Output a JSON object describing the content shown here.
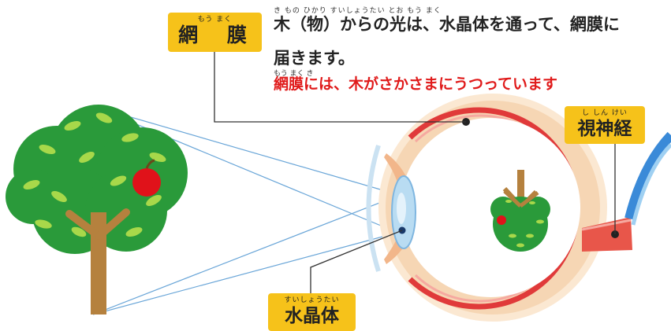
{
  "labels": {
    "retina": {
      "ruby": "もう  まく",
      "text": "網 膜"
    },
    "optic_nerve": {
      "ruby": "し  しん けい",
      "text": "視神経"
    },
    "lens": {
      "ruby": "すいしょうたい",
      "text": "水晶体"
    }
  },
  "caption": {
    "furigana": "き     もの                        ひかり          すいしょうたい          とお                     もう まく",
    "line1": "木（物）からの光は、水晶体を通って、網膜に",
    "line2": "届きます。",
    "furigana2": "もう  まく             き",
    "highlight": "網膜には、木がさかさまにうつっています"
  },
  "colors": {
    "label_bg": "#f6c21a",
    "highlight_text": "#e01a1a",
    "tree_green": "#2a9a3a",
    "leaf_light": "#a8d84a",
    "trunk": "#b5813e",
    "apple": "#e0121a",
    "light_ray": "#6aa6d8",
    "eye_outer": "#f6d6b4",
    "eye_wall": "#e03a3a"
  }
}
